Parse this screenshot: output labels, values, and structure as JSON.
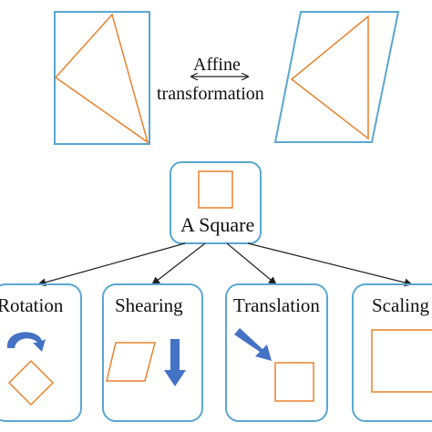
{
  "top": {
    "affine_word": "Affine",
    "transformation_word": "transformation"
  },
  "root": {
    "label": "A Square"
  },
  "children": [
    {
      "label": "Rotation"
    },
    {
      "label": "Shearing"
    },
    {
      "label": "Translation"
    },
    {
      "label": "Scaling"
    }
  ],
  "colors": {
    "box_stroke": "#5aa7d0",
    "shape_stroke": "#e8822d",
    "arrow_fill": "#4472c4",
    "connector": "#222222"
  }
}
